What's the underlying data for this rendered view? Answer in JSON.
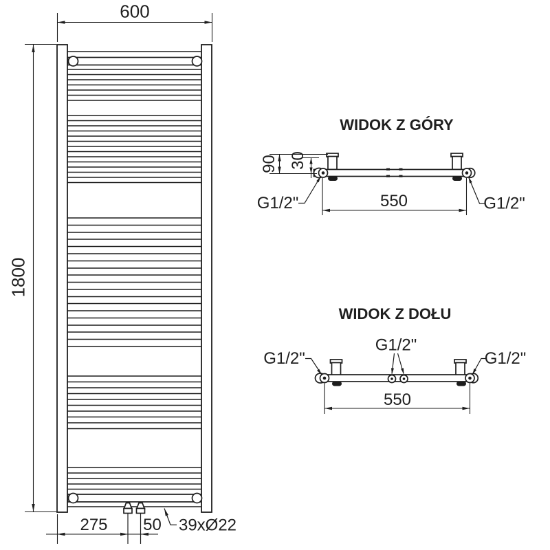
{
  "drawing": {
    "background": "#ffffff",
    "line_color": "#1d1d1d",
    "text_color": "#1f1f1f"
  },
  "front_view": {
    "width_label": "600",
    "height_label": "1800",
    "bottom_offset_label": "275",
    "valve_spacing_label": "50",
    "tube_count_label": "39xØ22"
  },
  "top_view": {
    "title": "WIDOK Z GÓRY",
    "depth_label": "90",
    "offset_label": "30",
    "connection_spacing_label": "550",
    "left_connection_label": "G1/2\"",
    "right_connection_label": "G1/2\""
  },
  "bottom_view": {
    "title": "WIDOK Z DOŁU",
    "connection_spacing_label": "550",
    "left_connection_label": "G1/2\"",
    "center_connection_label": "G1/2\"",
    "right_connection_label": "G1/2\""
  }
}
